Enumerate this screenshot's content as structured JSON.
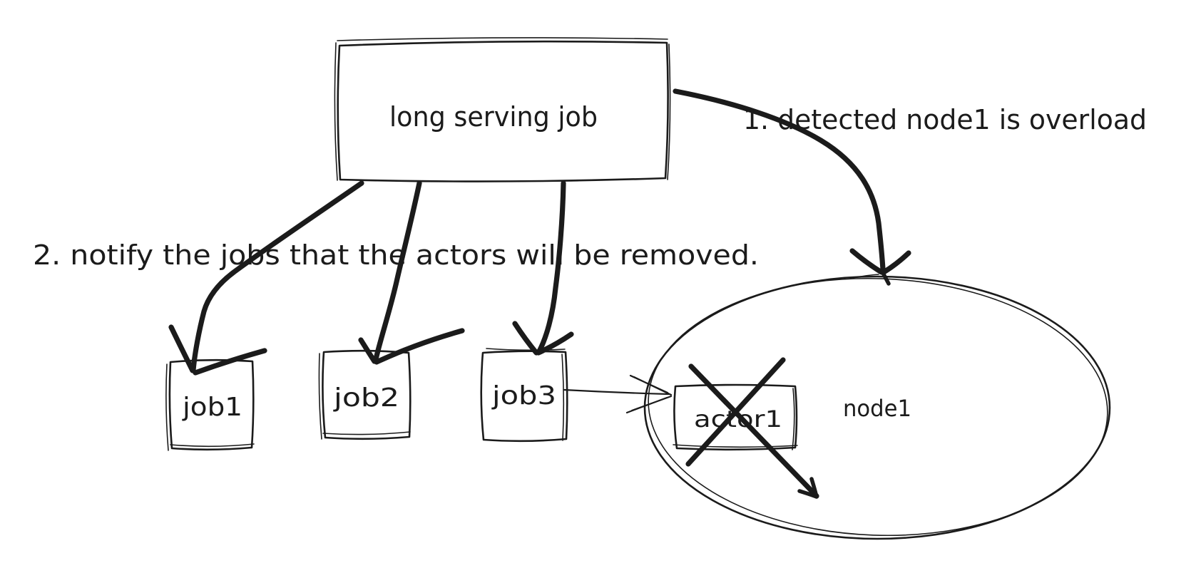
{
  "canvas": {
    "background_color": "#ffffff",
    "ink_color": "#1b1b1b"
  },
  "nodes": {
    "long_serving_job": {
      "label": "long serving job",
      "shape": "rectangle"
    },
    "job1": {
      "label": "job1",
      "shape": "rectangle"
    },
    "job2": {
      "label": "job2",
      "shape": "rectangle"
    },
    "job3": {
      "label": "job3",
      "shape": "rectangle"
    },
    "actor1": {
      "label": "actor1",
      "shape": "rectangle",
      "crossed_out": true
    },
    "node1": {
      "label": "node1",
      "shape": "ellipse"
    }
  },
  "annotations": {
    "step1": {
      "text": "1. detected node1 is overload"
    },
    "step2": {
      "text": "2. notify the jobs that the actors will be removed."
    }
  },
  "edges": [
    {
      "from": "long serving job",
      "to": "node1",
      "style": "thick curved arrow",
      "label": "1. detected node1 is overload"
    },
    {
      "from": "long serving job",
      "to": "job1",
      "style": "thick arrow"
    },
    {
      "from": "long serving job",
      "to": "job2",
      "style": "thick arrow"
    },
    {
      "from": "long serving job",
      "to": "job3",
      "style": "thick arrow"
    },
    {
      "from": "job3",
      "to": "actor1",
      "style": "thin open arrow"
    },
    {
      "target": "actor1",
      "style": "cross-out X with arrow tip"
    }
  ]
}
